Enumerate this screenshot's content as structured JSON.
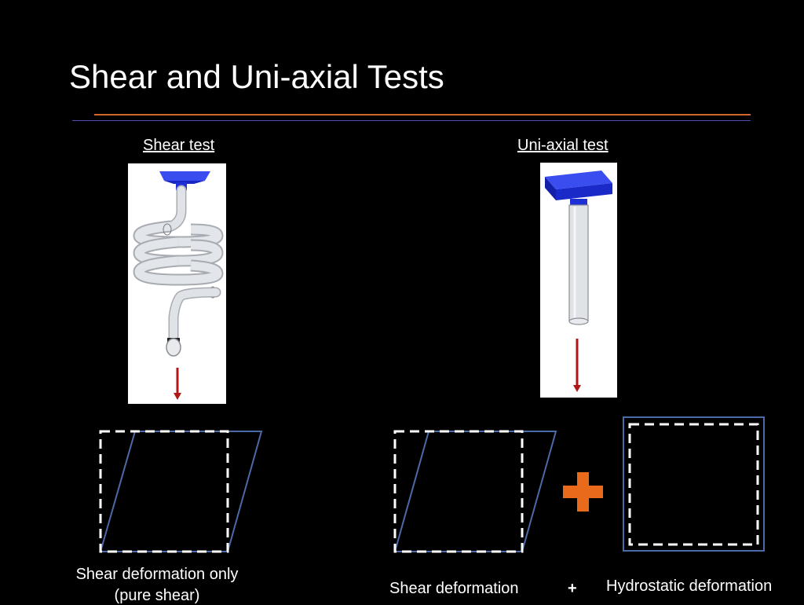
{
  "slide": {
    "title": "Shear and Uni-axial Tests",
    "shear_test_label": "Shear test",
    "uniaxial_test_label": "Uni-axial test",
    "captions": {
      "shear_only_line1": "Shear deformation only",
      "shear_only_line2": "(pure shear)",
      "shear_deformation": "Shear deformation",
      "plus": "+",
      "hydrostatic_deformation": "Hydrostatic deformation"
    }
  },
  "colors": {
    "background": "#000000",
    "text": "#ffffff",
    "title_rule": "#d4662a",
    "title_rule_secondary": "#4c4cb0",
    "fixture_blue": "#1f2fd6",
    "tube_gray": "#cfd3d8",
    "arrow_red": "#b01818",
    "shape_outline": "#4a6aa8",
    "dashed_outline": "#ffffff",
    "plus_sign": "#e86a1a"
  }
}
